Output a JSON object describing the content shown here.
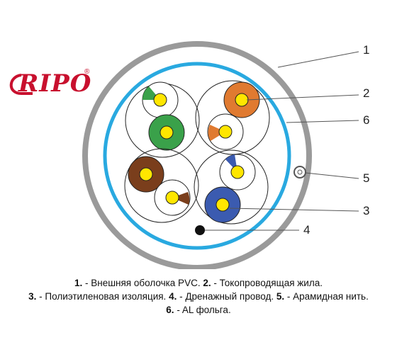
{
  "logo": {
    "text": "RIPO",
    "registered": "®"
  },
  "callouts": [
    "1",
    "2",
    "6",
    "5",
    "3",
    "4"
  ],
  "legend": [
    {
      "num": "1.",
      "text": " - Внешняя оболочка PVC. "
    },
    {
      "num": "2.",
      "text": " - Токопроводящая жила."
    },
    {
      "num": "3.",
      "text": " - Полиэтиленовая изоляция. "
    },
    {
      "num": "4.",
      "text": " - Дренажный провод. "
    },
    {
      "num": "5.",
      "text": " - Арамидная нить."
    },
    {
      "num": "6.",
      "text": " - AL фольга."
    }
  ],
  "colors": {
    "jacket": "#9a9a9a",
    "foil": "#29a9e0",
    "conductor": "#ffe600",
    "pair1": "#3aa14a",
    "pair2": "#e07a30",
    "pair3": "#7a3e1c",
    "pair4": "#3b5bb0",
    "logo": "#c8102e"
  }
}
